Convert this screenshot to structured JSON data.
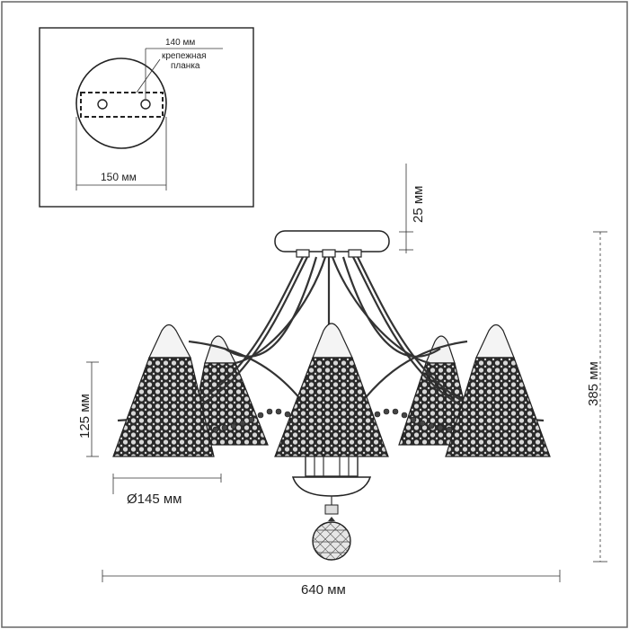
{
  "inset": {
    "plate_length": "140 мм",
    "plate_name_line1": "крепежная",
    "plate_name_line2": "планка",
    "canopy_diameter": "150 мм"
  },
  "dimensions": {
    "canopy_height": "25 мм",
    "total_height": "385 мм",
    "shade_height": "125 мм",
    "shade_diameter": "Ø145 мм",
    "total_width": "640 мм"
  },
  "colors": {
    "line": "#222222",
    "dim_line": "#333333",
    "frame": "#555555",
    "shade_mesh": "#222222"
  }
}
